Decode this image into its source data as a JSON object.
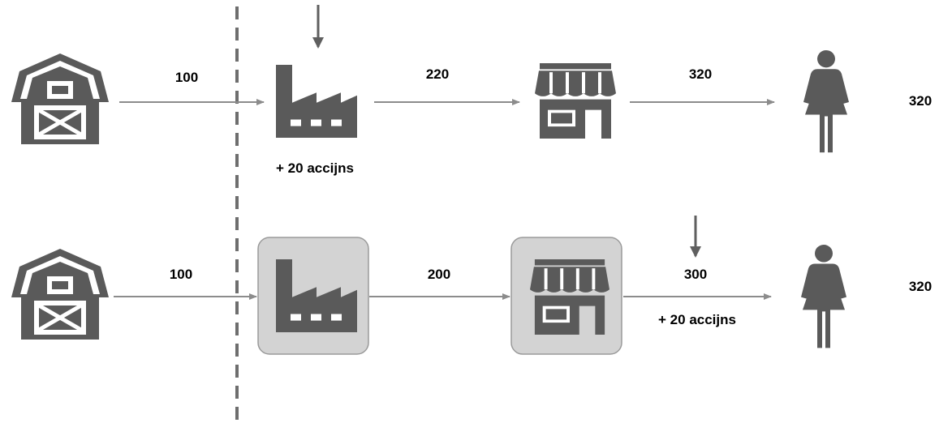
{
  "colors": {
    "icon": "#5a5a5a",
    "connector": "#8c8c8c",
    "highlight_box_fill": "#d3d3d3",
    "highlight_box_stroke": "#9a9a9a",
    "divider": "#6e6e6e"
  },
  "rows": [
    {
      "id": "top",
      "nodes": [
        {
          "role": "farm",
          "icon": "barn-icon",
          "highlighted": false
        },
        {
          "role": "factory",
          "icon": "factory-icon",
          "highlighted": false,
          "incoming_arrow": true,
          "note": "+ 20 accijns"
        },
        {
          "role": "shop",
          "icon": "shop-icon",
          "highlighted": false
        },
        {
          "role": "consumer",
          "icon": "woman-icon",
          "highlighted": false,
          "value": "320"
        }
      ],
      "links": [
        {
          "value": "100"
        },
        {
          "value": "220"
        },
        {
          "value": "320"
        }
      ]
    },
    {
      "id": "bottom",
      "nodes": [
        {
          "role": "farm",
          "icon": "barn-icon",
          "highlighted": false
        },
        {
          "role": "factory",
          "icon": "factory-icon",
          "highlighted": true
        },
        {
          "role": "shop",
          "icon": "shop-icon",
          "highlighted": true
        },
        {
          "role": "consumer",
          "icon": "woman-icon",
          "highlighted": false,
          "value": "320"
        }
      ],
      "links": [
        {
          "value": "100"
        },
        {
          "value": "200"
        },
        {
          "value": "300",
          "incoming_arrow": true,
          "note": "+ 20 accijns"
        }
      ]
    }
  ]
}
